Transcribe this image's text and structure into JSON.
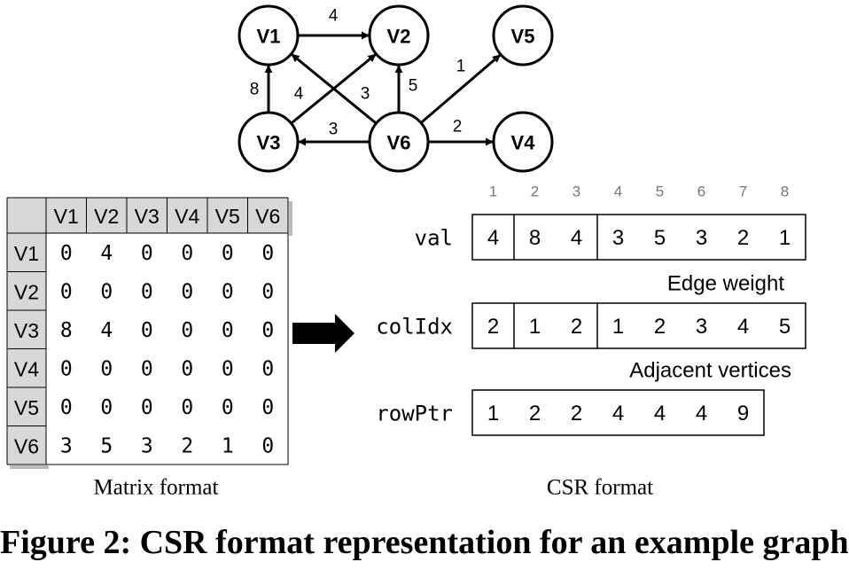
{
  "graph": {
    "nodes": [
      {
        "id": "V1",
        "label": "V1"
      },
      {
        "id": "V2",
        "label": "V2"
      },
      {
        "id": "V5",
        "label": "V5"
      },
      {
        "id": "V3",
        "label": "V3"
      },
      {
        "id": "V6",
        "label": "V6"
      },
      {
        "id": "V4",
        "label": "V4"
      }
    ],
    "edges": [
      {
        "from": "V1",
        "to": "V2",
        "weight": "4"
      },
      {
        "from": "V3",
        "to": "V1",
        "weight": "8"
      },
      {
        "from": "V3",
        "to": "V2",
        "weight": "4"
      },
      {
        "from": "V6",
        "to": "V1",
        "weight": "3"
      },
      {
        "from": "V6",
        "to": "V2",
        "weight": "5"
      },
      {
        "from": "V6",
        "to": "V5",
        "weight": "1"
      },
      {
        "from": "V6",
        "to": "V3",
        "weight": "3"
      },
      {
        "from": "V6",
        "to": "V4",
        "weight": "2"
      }
    ]
  },
  "matrix": {
    "label": "Matrix format",
    "col_headers": [
      "V1",
      "V2",
      "V3",
      "V4",
      "V5",
      "V6"
    ],
    "row_headers": [
      "V1",
      "V2",
      "V3",
      "V4",
      "V5",
      "V6"
    ],
    "rows": [
      [
        "0",
        "4",
        "0",
        "0",
        "0",
        "0"
      ],
      [
        "0",
        "0",
        "0",
        "0",
        "0",
        "0"
      ],
      [
        "8",
        "4",
        "0",
        "0",
        "0",
        "0"
      ],
      [
        "0",
        "0",
        "0",
        "0",
        "0",
        "0"
      ],
      [
        "0",
        "0",
        "0",
        "0",
        "0",
        "0"
      ],
      [
        "3",
        "5",
        "3",
        "2",
        "1",
        "0"
      ]
    ]
  },
  "csr": {
    "label": "CSR format",
    "indices": [
      "1",
      "2",
      "3",
      "4",
      "5",
      "6",
      "7",
      "8"
    ],
    "val": {
      "name": "val",
      "values": [
        "4",
        "8",
        "4",
        "3",
        "5",
        "3",
        "2",
        "1"
      ],
      "note": "Edge weight"
    },
    "colIdx": {
      "name": "colIdx",
      "values": [
        "2",
        "1",
        "2",
        "1",
        "2",
        "3",
        "4",
        "5"
      ],
      "note": "Adjacent vertices"
    },
    "rowPtr": {
      "name": "rowPtr",
      "values": [
        "1",
        "2",
        "2",
        "4",
        "4",
        "4",
        "9"
      ]
    }
  },
  "caption": "Figure 2: CSR format representation for an example graph"
}
